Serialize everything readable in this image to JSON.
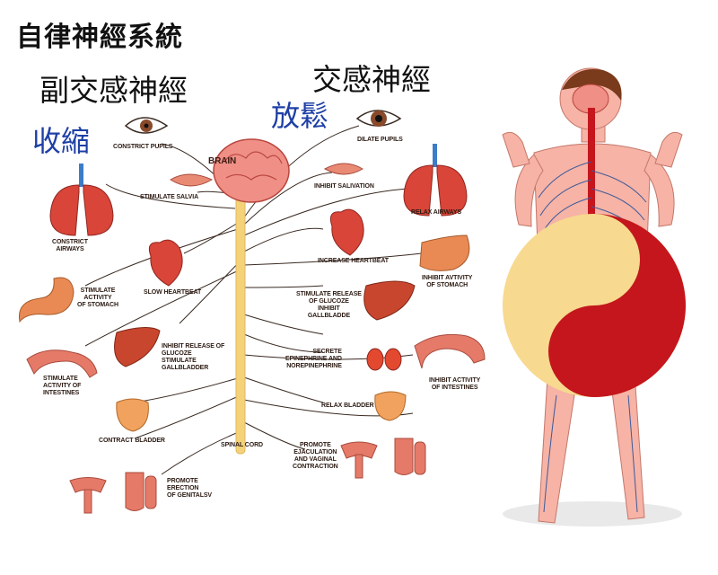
{
  "title": "自律神經系統",
  "headings": {
    "parasympathetic": "副交感神經",
    "sympathetic": "交感神經",
    "contract": "收縮",
    "relax": "放鬆"
  },
  "labels": {
    "brain": "BRAIN",
    "spinal_cord": "SPINAL CORD",
    "constrict_pupils": "CONSTRICT PUPILS",
    "stimulate_salvia": "STIMULATE SALVIA",
    "constrict_airways": "CONSTRICT\nAIRWAYS",
    "slow_heartbeat": "SLOW HEARTBEAT",
    "stimulate_stomach": "STIMULATE\nACTIVITY\nOF STOMACH",
    "inhibit_glucoze": "INHIBIT RELEASE OF\nGLUCOZE\nSTIMULATE\nGALLBLADDER",
    "stimulate_intestines": "STIMULATE\nACTIVITY OF\nINTESTINES",
    "contract_bladder": "CONTRACT BLADDER",
    "promote_erection": "PROMOTE\nERECTION\nOF GENITALSV",
    "dilate_pupils": "DILATE PUPILS",
    "inhibit_salivation": "INHIBIT SALIVATION",
    "relax_airways": "RELAX AIRWAYS",
    "increase_heartbeat": "INCREASE HEARTBEAT",
    "inhibit_stomach": "INHIBIT AVTIVITY\nOF STOMACH",
    "stimulate_glucoze": "STIMULATE RELEASE\nOF GLUCOZE\nINHIBIT\nGALLBLADDE",
    "secrete_epinephrine": "SECRETE\nEPINEPHRINE AND\nNOREPINEPHRINE",
    "inhibit_intestines": "INHIBIT ACTIVITY\nOF INTESTINES",
    "relax_bladder": "RELAX BLADDER",
    "promote_ejaculation": "PROMOTE\nEJACULATION\nAND VAGINAL\nCONTRACTION"
  },
  "colors": {
    "heading_blue": "#1e3fa6",
    "organ_red": "#c9302c",
    "organ_orange": "#e98a55",
    "spine": "#f3d27a",
    "nerve": "#3a2a22",
    "yin_red": "#c4161c",
    "yang_cream": "#f7d98f",
    "skin": "#f6b3a6"
  }
}
